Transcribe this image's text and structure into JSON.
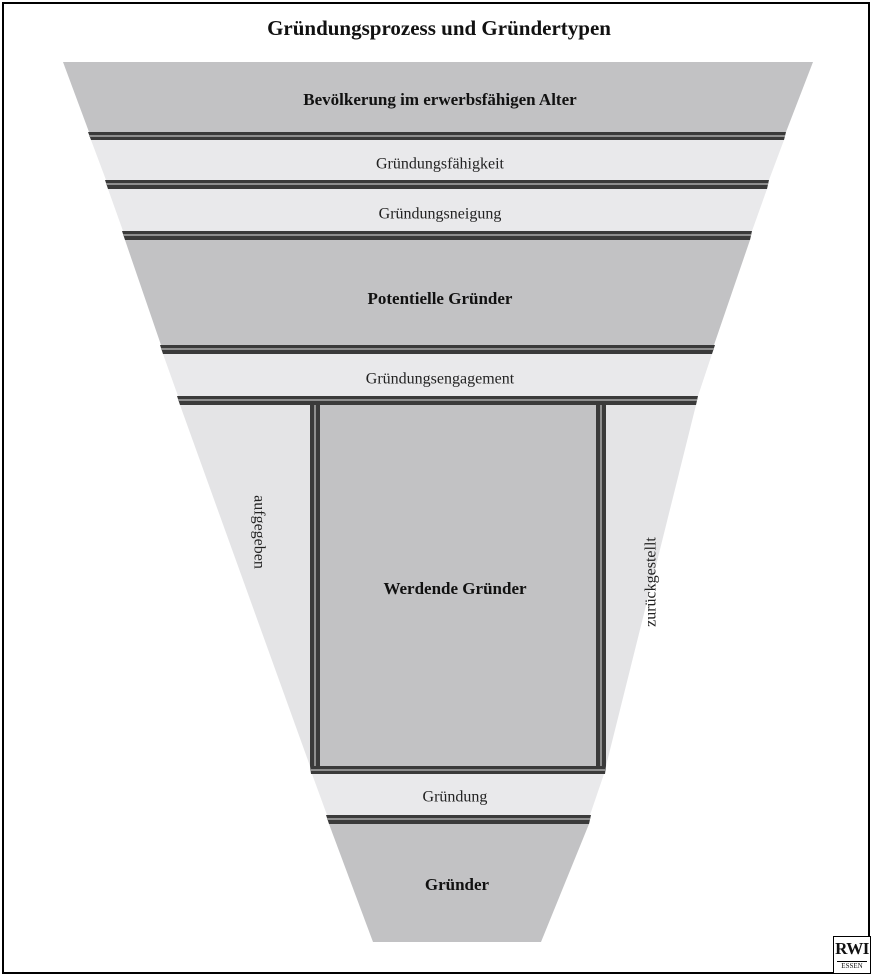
{
  "title": "Gründungsprozess und Gründertypen",
  "stages": [
    {
      "id": "bevoelkerung",
      "label": "Bevölkerung im erwerbsfähigen Alter",
      "kind": "group"
    },
    {
      "id": "faehigkeit",
      "label": "Gründungsfähigkeit",
      "kind": "filter"
    },
    {
      "id": "neigung",
      "label": "Gründungsneigung",
      "kind": "filter"
    },
    {
      "id": "potentielle",
      "label": "Potentielle Gründer",
      "kind": "group"
    },
    {
      "id": "engagement",
      "label": "Gründungsengagement",
      "kind": "filter"
    },
    {
      "id": "werdende",
      "label": "Werdende Gründer",
      "kind": "group"
    },
    {
      "id": "gruendung",
      "label": "Gründung",
      "kind": "filter"
    },
    {
      "id": "gruender",
      "label": "Gründer",
      "kind": "group"
    }
  ],
  "side_labels": {
    "left": "aufgegeben",
    "right": "zurückgestellt"
  },
  "logo": {
    "main": "RWI",
    "sub": "ESSEN"
  },
  "colors": {
    "group_fill": "#c2c2c4",
    "filter_fill": "#e9e9eb",
    "side_fill": "#e4e4e6",
    "separator_dark": "#3a3a3a",
    "separator_light": "#9a9a9a"
  }
}
